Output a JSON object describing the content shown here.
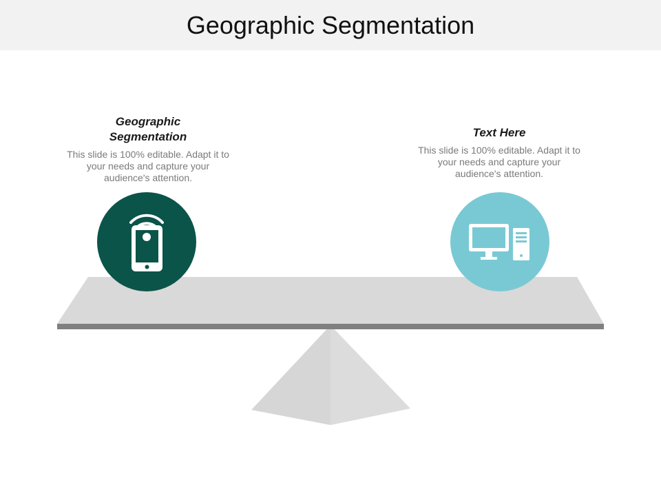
{
  "slide": {
    "title": "Geographic Segmentation"
  },
  "left": {
    "heading": "Geographic Segmentation",
    "body": "This slide is 100% editable. Adapt it to your needs and capture your audience's attention.",
    "icon": "smartphone-wifi-icon",
    "color": "#0b5449"
  },
  "right": {
    "heading": "Text Here",
    "body": "This slide is 100% editable. Adapt it to your needs and capture your audience's attention.",
    "icon": "desktop-computer-icon",
    "color": "#79c9d4"
  },
  "colors": {
    "title_bar": "#f2f2f2",
    "beam": "#d9d9d9",
    "beam_edge": "#808080",
    "fulcrum": "#d9d9d9"
  }
}
